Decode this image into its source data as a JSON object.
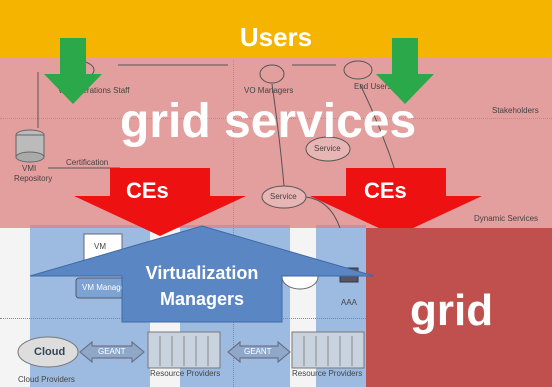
{
  "banner": {
    "title": "Users",
    "color": "#f5b400"
  },
  "overlay": {
    "grid_services_label": "grid services",
    "grid_label": "grid",
    "ce_left_label": "CEs",
    "ce_right_label": "CEs",
    "virtualization_label_line1": "Virtualization",
    "virtualization_label_line2": "Managers",
    "colors": {
      "pink": "#e8a3a3",
      "red_arrow": "#ee1111",
      "green_arrow": "#2aa84a",
      "blue_arrow": "#5b86c4",
      "grid_box": "#c0504d",
      "blue_column": "#8fb1dc"
    }
  },
  "diagram": {
    "actors": {
      "vo_operations_staff": "VO Operations Staff",
      "vo_managers": "VO Managers",
      "end_users": "End Users"
    },
    "layers": {
      "stakeholders": "Stakeholders",
      "dynamic_services": "Dynamic Services"
    },
    "nodes": {
      "certification": "Certification",
      "vmi_repository_line1": "VMI",
      "vmi_repository_line2": "Repository",
      "service_upper": "Service",
      "service_lower": "Service",
      "vm": "VM",
      "vm_manager": "VM Manager",
      "aaa": "AAA",
      "cloud": "Cloud",
      "cloud_providers": "Cloud Providers",
      "geant_left": "GEANT",
      "geant_right": "GEANT",
      "resource_providers_left": "Resource Providers",
      "resource_providers_right": "Resource Providers"
    }
  }
}
